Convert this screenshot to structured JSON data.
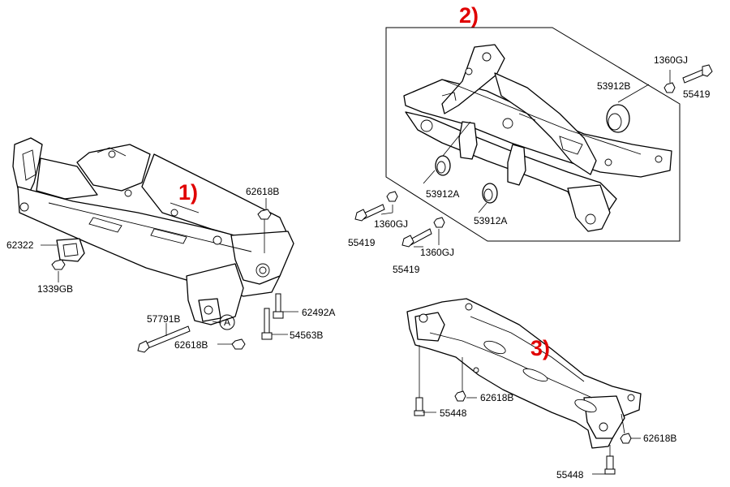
{
  "sections": {
    "one": "1)",
    "two": "2)",
    "three": "3)"
  },
  "labels": {
    "p62618B_top": "62618B",
    "p62322": "62322",
    "p1339GB": "1339GB",
    "p57791B": "57791B",
    "p62618B_bottom": "62618B",
    "p62492A": "62492A",
    "p54563B": "54563B",
    "marker_A": "A",
    "p1360GJ_right": "1360GJ",
    "p55419_right": "55419",
    "p53912B": "53912B",
    "p53912A_upper": "53912A",
    "p1360GJ_left": "1360GJ",
    "p55419_left": "55419",
    "p53912A_lower": "53912A",
    "p1360GJ_bottom": "1360GJ",
    "p55419_bottom": "55419",
    "p62618B_s3_left": "62618B",
    "p55448_left": "55448",
    "p62618B_s3_right": "62618B",
    "p55448_right": "55448"
  }
}
